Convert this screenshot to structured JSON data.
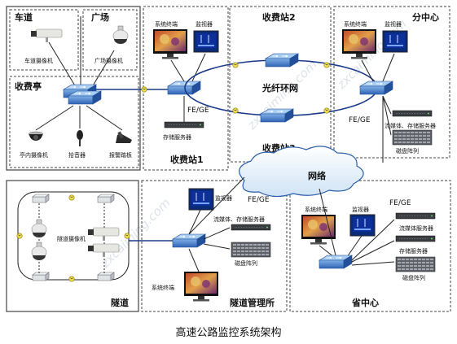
{
  "caption": "高速公路监控系统架构",
  "zones": {
    "lane": "车道",
    "plaza": "广场",
    "toll_booth": "收费亭",
    "toll_station_1": "收费站1",
    "toll_station_2": "收费站2",
    "toll_station_3": "收费站3",
    "sub_center": "分中心",
    "tunnel": "隧道",
    "tunnel_management": "隧道管理所",
    "provincial_center": "省中心"
  },
  "labels": {
    "lane_camera": "车道摄像机",
    "plaza_camera": "广场摄像机",
    "booth_camera": "亭内摄像机",
    "microphone": "拾音器",
    "alarm_pedal": "报警踏板",
    "system_terminal": "系统终端",
    "monitor": "监视器",
    "storage_server": "存储服务器",
    "fe_ge": "FE/GE",
    "fiber_ring": "光纤环网",
    "streaming_storage_server": "流媒体、存储服务器",
    "disk_array": "磁盘阵列",
    "network": "网络",
    "tunnel_camera": "隧道摄像机",
    "streaming_server": "流媒体服务器",
    "storage_server_2": "存储服务器"
  },
  "watermark": "zxcaiming.com"
}
